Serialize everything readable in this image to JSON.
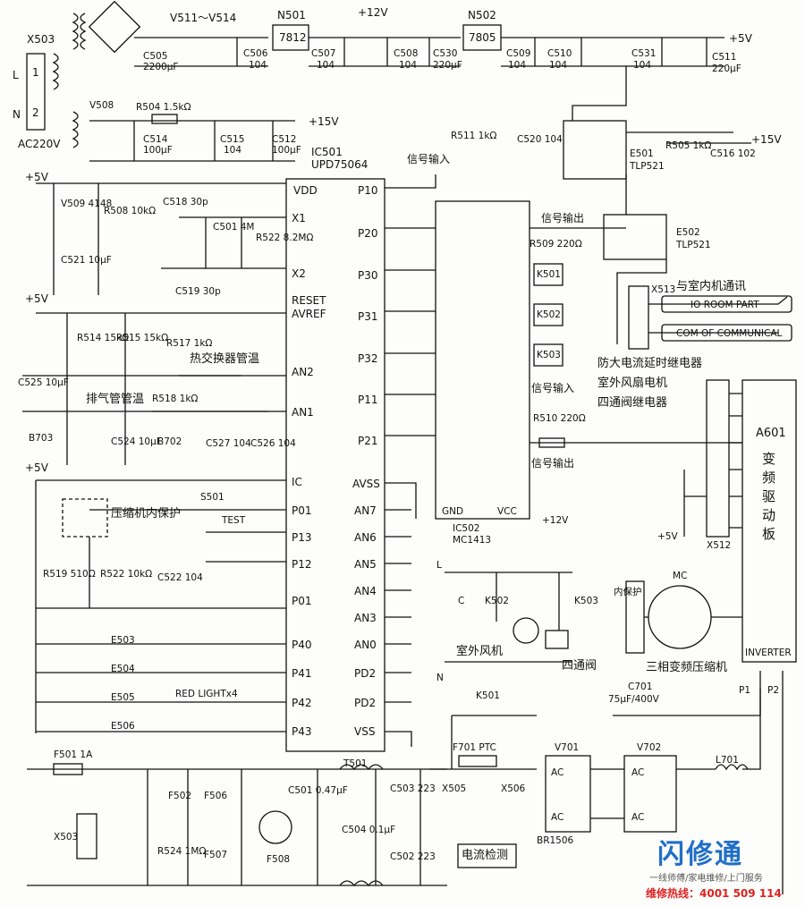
{
  "labels": {
    "v511": "V511～V514",
    "n501": "N501",
    "n501_part": "7812",
    "v12_top": "+12V",
    "n502": "N502",
    "n502_part": "7805",
    "v5_top": "+5V",
    "x503_top": "X503",
    "l": "L",
    "n": "N",
    "pin1": "1",
    "pin2": "2",
    "ac220v": "AC220V",
    "c505": "C505",
    "c505_val": "2200μF",
    "c506": "C506",
    "c507": "C507",
    "c508": "C508",
    "val104": "104",
    "c530": "C530",
    "c530_val": "220μF",
    "c509": "C509",
    "c510": "C510",
    "c531": "C531",
    "c511": "C511",
    "c511_val": "220μF",
    "v508": "V508",
    "r504": "R504  1.5kΩ",
    "v15": "+15V",
    "c514": "C514",
    "c514_val": "100μF",
    "c515": "C515",
    "c512": "C512",
    "c512_val": "100μF",
    "ic501": "IC501",
    "ic501_part": "UPD75064",
    "signal_input": "信号输入",
    "v5": "+5V",
    "v509": "V509 4148",
    "r508": "R508 10kΩ",
    "c521": "C521 10μF",
    "c518": "C518  30p",
    "c501_osc": "C501 4M",
    "r522": "R522 8.2MΩ",
    "c519": "C519  30p",
    "vdd": "VDD",
    "x1": "X1",
    "x2": "X2",
    "reset": "RESET",
    "avref": "AVREF",
    "an2": "AN2",
    "an1": "AN1",
    "ic": "IC",
    "p01": "P01",
    "p13": "P13",
    "p12": "P12",
    "p40": "P40",
    "p41": "P41",
    "p42": "P42",
    "p43": "P43",
    "p10": "P10",
    "p20": "P20",
    "p30": "P30",
    "p31": "P31",
    "p32": "P32",
    "p11": "P11",
    "p21": "P21",
    "avss": "AVSS",
    "an7": "AN7",
    "an6": "AN6",
    "an5": "AN5",
    "an4": "AN4",
    "an3": "AN3",
    "an0": "AN0",
    "pd2": "PD2",
    "vss": "VSS",
    "r514": "R514 15kΩ",
    "r515": "R515 15kΩ",
    "r517": "R517 1kΩ",
    "heat_exchanger_temp": "热交换器管温",
    "c525": "C525 10μF",
    "exhaust_temp": "排气管管温",
    "r518": "R518  1kΩ",
    "b703": "B703",
    "c524": "C524 10μF",
    "b702": "B702",
    "c527": "C527 104",
    "c526": "C526 104",
    "compressor_protect": "压缩机内保护",
    "s501": "S501",
    "test": "TEST",
    "r519": "R519 510Ω",
    "r522b": "R522 10kΩ",
    "c522": "C522 104",
    "e503": "E503",
    "e504": "E504",
    "e505": "E505",
    "red_light": "RED LIGHTx4",
    "e506": "E506",
    "r511": "R511 1kΩ",
    "c520": "C520 104",
    "signal_output": "信号输出",
    "r509": "R509  220Ω",
    "k501": "K501",
    "k502": "K502",
    "k503": "K503",
    "anti_surge_relay": "防大电流延时继电器",
    "outdoor_fan_motor": "室外风扇电机",
    "four_way_valve_relay": "四通阀继电器",
    "r510": "R510 220Ω",
    "gnd": "GND",
    "vcc": "VCC",
    "ic502": "IC502",
    "ic502_part": "MC1413",
    "v12": "+12V",
    "e501": "E501",
    "tlp521": "TLP521",
    "r505": "R505 1kΩ",
    "c516": "C516 102",
    "e502": "E502",
    "x513": "X513",
    "indoor_comm": "与室内机通讯",
    "io_room_part": "IO ROOM PART",
    "com_of_communical": "COM OF COMMUNICAL",
    "a601": "A601",
    "inverter_board": "变频驱动板",
    "inverter": "INVERTER",
    "x512": "X512",
    "mc": "MC",
    "internal_protect": "内保护",
    "three_phase_compressor": "三相变频压缩机",
    "p1": "P1",
    "p2": "P2",
    "c701": "C701",
    "c701_val": "75μF/400V",
    "c": "C",
    "outdoor_fan": "室外风机",
    "four_way_valve": "四通阀",
    "f701": "F701  PTC",
    "x505": "X505",
    "x506": "X506",
    "v701": "V701",
    "ac": "AC",
    "br1506": "BR1506",
    "v702": "V702",
    "l701": "L701",
    "current_detect": "电流检测",
    "f501": "F501  1A",
    "f502": "F502",
    "r524": "R524 1MΩ",
    "f506": "F506",
    "f507": "F507",
    "f508": "F508",
    "c501_bottom": "C501 0.47μF",
    "t501": "T501",
    "c504": "C504 0.1μF",
    "c503": "C503 223",
    "c502": "C502 223"
  },
  "brand": {
    "name": "闪修通",
    "tagline": "一线师傅/家电维修/上门服务",
    "hotline": "维修热线：4001 509 114"
  }
}
